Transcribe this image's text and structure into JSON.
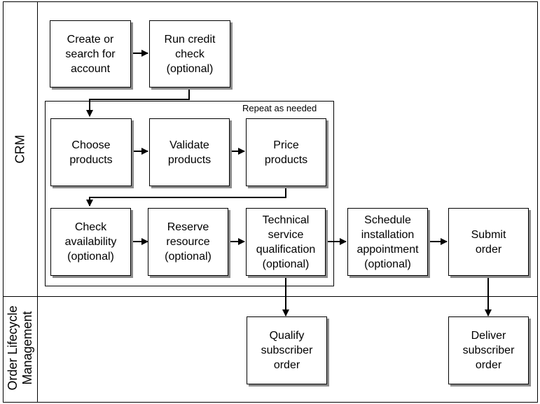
{
  "lanes": {
    "crm": {
      "label": [
        "CRM"
      ]
    },
    "olm": {
      "label": [
        "Order Lifecycle",
        "Management"
      ]
    }
  },
  "group": {
    "label": "Repeat as needed"
  },
  "steps": {
    "create_account": [
      "Create or",
      "search for",
      "account"
    ],
    "credit_check": [
      "Run credit",
      "check",
      "(optional)"
    ],
    "choose_products": [
      "Choose",
      "products"
    ],
    "validate_products": [
      "Validate",
      "products"
    ],
    "price_products": [
      "Price",
      "products"
    ],
    "check_availability": [
      "Check",
      "availability",
      "(optional)"
    ],
    "reserve_resource": [
      "Reserve",
      "resource",
      "(optional)"
    ],
    "tech_qualification": [
      "Technical",
      "service",
      "qualification",
      "(optional)"
    ],
    "schedule_installation": [
      "Schedule",
      "installation",
      "appointment",
      "(optional)"
    ],
    "submit_order": [
      "Submit",
      "order"
    ],
    "qualify_order": [
      "Qualify",
      "subscriber",
      "order"
    ],
    "deliver_order": [
      "Deliver",
      "subscriber",
      "order"
    ]
  }
}
